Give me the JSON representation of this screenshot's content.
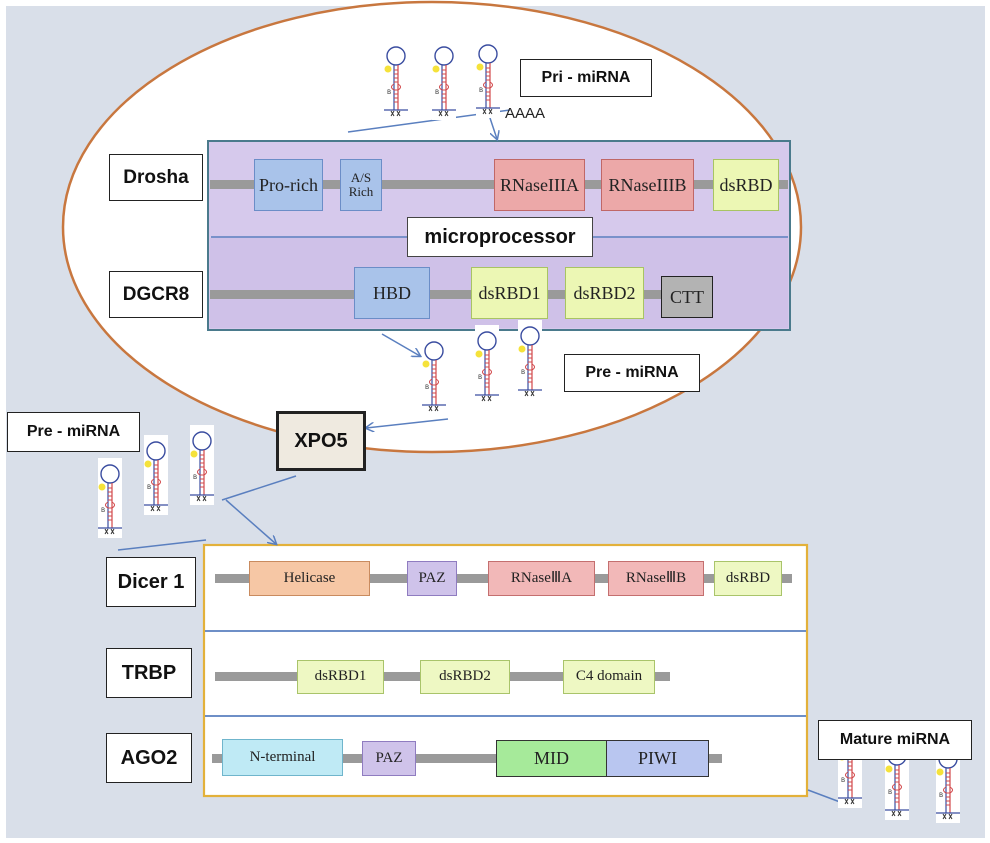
{
  "labels": {
    "pri_mirna": "Pri - miRNA",
    "aaaa": "AAAA",
    "drosha": "Drosha",
    "dgcr8": "DGCR8",
    "microprocessor": "microprocessor",
    "pre_mirna_nuclear": "Pre - miRNA",
    "xpo5": "XPO5",
    "pre_mirna_cytoplasm": "Pre - miRNA",
    "dicer1": "Dicer 1",
    "trbp": "TRBP",
    "ago2": "AGO2",
    "mature_mirna": "Mature miRNA"
  },
  "drosha_domains": [
    "Pro-rich",
    "A/S",
    "Rich",
    "RNaseIIIA",
    "RNaseIIIB",
    "dsRBD"
  ],
  "dgcr8_domains": [
    "HBD",
    "dsRBD1",
    "dsRBD2",
    "CTT"
  ],
  "dicer1_domains": [
    "Helicase",
    "PAZ",
    "RNaseⅢA",
    "RNaseⅢB",
    "dsRBD"
  ],
  "trbp_domains": [
    "dsRBD1",
    "dsRBD2",
    "C4 domain"
  ],
  "ago2_domains": [
    "N-terminal",
    "PAZ",
    "MID",
    "PIWI"
  ],
  "colors": {
    "background": "#d9dfe9",
    "nucleus_outline": "#c8773f",
    "microprocessor_border": "#4a7a8c",
    "microprocessor_fill": "#d6c9ec",
    "dicer_complex_border": "#e3b13a",
    "arrow": "#5a7fbf"
  }
}
